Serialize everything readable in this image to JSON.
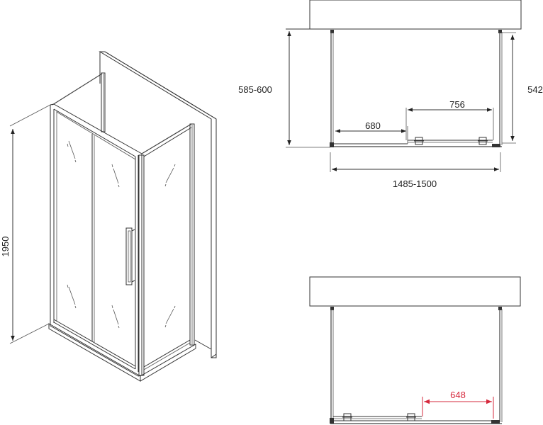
{
  "drawing": {
    "iso_view": {
      "height_label": "1950"
    },
    "top_plan": {
      "depth_label": "585-600",
      "side_panel_label": "542",
      "width_label": "1485-1500",
      "fixed_panel_label": "680",
      "sliding_door_label": "756"
    },
    "bottom_plan": {
      "opening_label": "648",
      "opening_color": "#d6283c"
    },
    "colors": {
      "line": "#333333",
      "dimension_accent": "#d6283c",
      "background": "#ffffff"
    }
  }
}
